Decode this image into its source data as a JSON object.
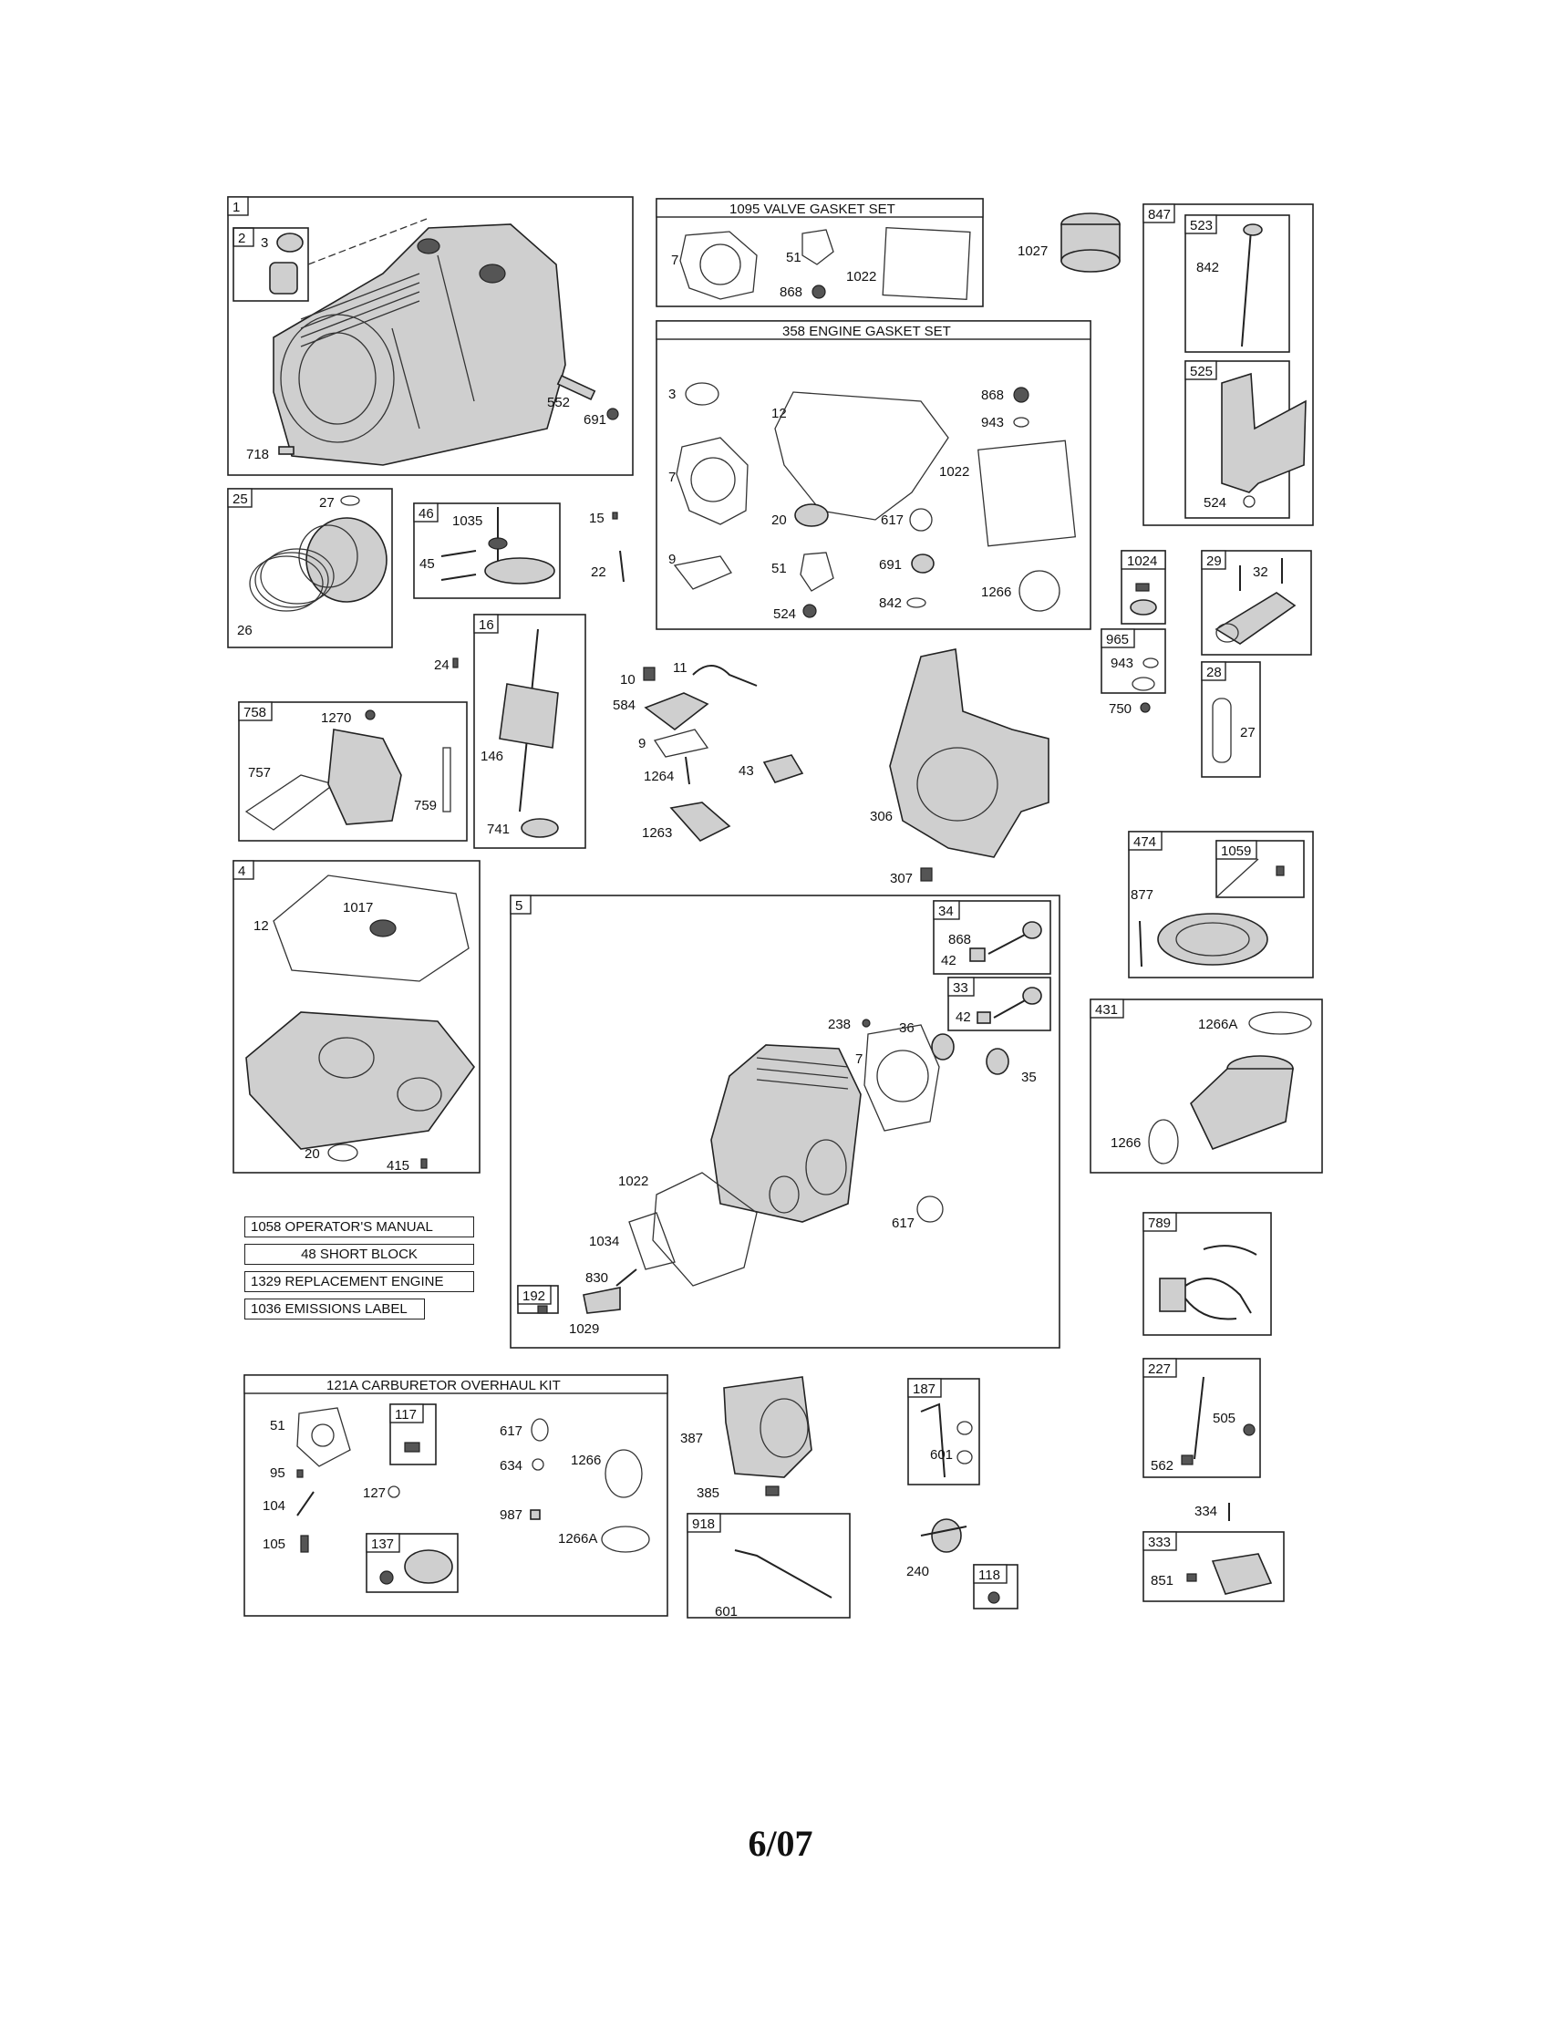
{
  "page_number": "6/07",
  "kits": {
    "valve_gasket_set": "1095 VALVE GASKET SET",
    "engine_gasket_set": "358 ENGINE GASKET SET",
    "carburetor_overhaul_kit": "121A CARBURETOR OVERHAUL KIT",
    "operators_manual": "1058 OPERATOR'S MANUAL",
    "short_block": "48 SHORT BLOCK",
    "replacement_engine": "1329 REPLACEMENT ENGINE",
    "emissions_label": "1036 EMISSIONS LABEL"
  },
  "groups": {
    "g1": "1",
    "g2": "2",
    "g25": "25",
    "g46": "46",
    "g16": "16",
    "g758": "758",
    "g4": "4",
    "g5": "5",
    "g34": "34",
    "g33": "33",
    "g192": "192",
    "g847": "847",
    "g523": "523",
    "g525": "525",
    "g1024": "1024",
    "g29": "29",
    "g965": "965",
    "g28": "28",
    "g474": "474",
    "g1059": "1059",
    "g431": "431",
    "g789": "789",
    "g227": "227",
    "g333": "333",
    "g117": "117",
    "g137": "137",
    "g187": "187",
    "g918": "918",
    "g118": "118"
  },
  "labels": {
    "c1_3": "3",
    "c1_552": "552",
    "c1_691": "691",
    "c1_718": "718",
    "v_7": "7",
    "v_51": "51",
    "v_1022": "1022",
    "v_868": "868",
    "f_1027": "1027",
    "e_3": "3",
    "e_12": "12",
    "e_868": "868",
    "e_943": "943",
    "e_7": "7",
    "e_1022": "1022",
    "e_20": "20",
    "e_617": "617",
    "e_9": "9",
    "e_51": "51",
    "e_691": "691",
    "e_1266": "1266",
    "e_524": "524",
    "e_842": "842",
    "d_842": "842",
    "d_524": "524",
    "p_27": "27",
    "p_26": "26",
    "cm_1035": "1035",
    "cm_45": "45",
    "m_15": "15",
    "m_22": "22",
    "m_24": "24",
    "cr_146": "146",
    "cr_741": "741",
    "b_1270": "1270",
    "b_757": "757",
    "b_759": "759",
    "m_10": "10",
    "m_11": "11",
    "m_584": "584",
    "m_9": "9",
    "m_1264": "1264",
    "m_43": "43",
    "m_1263": "1263",
    "m_306": "306",
    "m_307": "307",
    "cr2_32": "32",
    "cr2_943": "943",
    "cr2_750": "750",
    "cr2_27": "27",
    "a_877": "877",
    "s_1017": "1017",
    "s_12": "12",
    "s_20": "20",
    "s_415": "415",
    "h_868": "868",
    "h_42a": "42",
    "h_42b": "42",
    "h_238": "238",
    "h_36": "36",
    "h_7": "7",
    "h_35": "35",
    "h_1022": "1022",
    "h_1034": "1034",
    "h_830": "830",
    "h_617": "617",
    "h_1029": "1029",
    "i_1266A": "1266A",
    "i_1266": "1266",
    "k_51": "51",
    "k_95": "95",
    "k_104": "104",
    "k_105": "105",
    "k_127": "127",
    "k_617": "617",
    "k_634": "634",
    "k_987": "987",
    "k_1266": "1266",
    "k_1266A": "1266A",
    "fp_387": "387",
    "fp_385": "385",
    "fl_601a": "601",
    "fl_601b": "601",
    "fl_240": "240",
    "g_505": "505",
    "g_562": "562",
    "g_334": "334",
    "g_851": "851"
  }
}
